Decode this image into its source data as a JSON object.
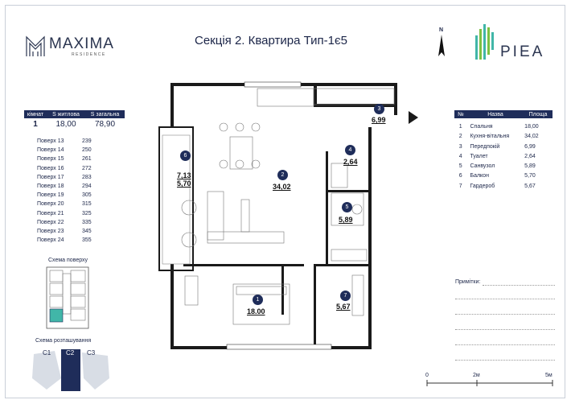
{
  "header": {
    "brand": "MAXIMA",
    "brand_sub": "RESIDENCE",
    "title": "Секція 2. Квартира Тип-1є5",
    "compass": "N",
    "partner_logo": "PIEA"
  },
  "summary": {
    "headers": [
      "кімнат",
      "S житлова",
      "S загальна"
    ],
    "values": [
      "1",
      "18,00",
      "78,90"
    ]
  },
  "floors": [
    {
      "floor": "Поверх 13",
      "apt": "239"
    },
    {
      "floor": "Поверх 14",
      "apt": "250"
    },
    {
      "floor": "Поверх 15",
      "apt": "261"
    },
    {
      "floor": "Поверх 16",
      "apt": "272"
    },
    {
      "floor": "Поверх 17",
      "apt": "283"
    },
    {
      "floor": "Поверх 18",
      "apt": "294"
    },
    {
      "floor": "Поверх 19",
      "apt": "305"
    },
    {
      "floor": "Поверх 20",
      "apt": "315"
    },
    {
      "floor": "Поверх 21",
      "apt": "325"
    },
    {
      "floor": "Поверх 22",
      "apt": "335"
    },
    {
      "floor": "Поверх 23",
      "apt": "345"
    },
    {
      "floor": "Поверх 24",
      "apt": "355"
    }
  ],
  "floor_scheme_label": "Схема поверху",
  "location_scheme": {
    "label": "Схема розташування",
    "sections": [
      "C1",
      "C2",
      "C3"
    ],
    "active": "C2"
  },
  "rooms_table": {
    "headers": [
      "№",
      "Назва",
      "Площа"
    ],
    "rows": [
      {
        "n": "1",
        "name": "Спальня",
        "area": "18,00"
      },
      {
        "n": "2",
        "name": "Кухня-вітальня",
        "area": "34,02"
      },
      {
        "n": "3",
        "name": "Передпокій",
        "area": "6,99"
      },
      {
        "n": "4",
        "name": "Туалет",
        "area": "2,64"
      },
      {
        "n": "5",
        "name": "Санвузол",
        "area": "5,89"
      },
      {
        "n": "6",
        "name": "Балкон",
        "area": "5,70"
      },
      {
        "n": "7",
        "name": "Гардероб",
        "area": "5,67"
      }
    ]
  },
  "plan_labels": {
    "r1": {
      "n": "1",
      "area": "18.00"
    },
    "r2": {
      "n": "2",
      "area": "34,02"
    },
    "r3": {
      "n": "3",
      "area": "6,99"
    },
    "r4": {
      "n": "4",
      "area": "2,64"
    },
    "r5": {
      "n": "5",
      "area": "5,89"
    },
    "r6": {
      "n": "6",
      "area_a": "7,13",
      "area_b": "5,70"
    },
    "r7": {
      "n": "7",
      "area": "5,67"
    }
  },
  "notes_label": "Примітки:",
  "scale": {
    "start": "0",
    "mid": "2м",
    "end": "5м"
  },
  "colors": {
    "navy": "#1f2d5a",
    "teal": "#41b6a8",
    "green": "#7dc242"
  }
}
